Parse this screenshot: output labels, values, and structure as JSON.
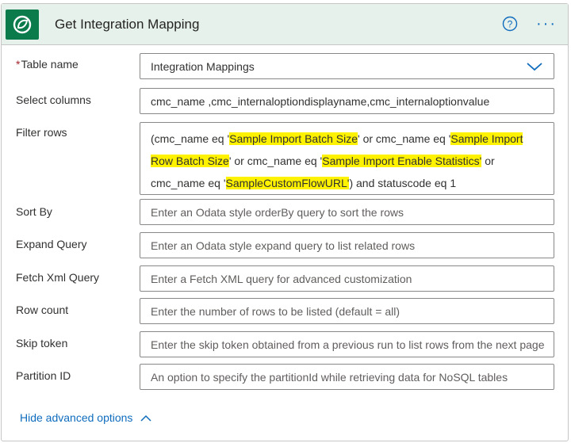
{
  "header": {
    "title": "Get Integration Mapping",
    "logo_icon": "dataverse-logo-icon",
    "help_icon": "help-icon",
    "more_icon": "ellipsis-icon",
    "more_glyph": "···",
    "accent_color": "#0c7b4c",
    "header_bg": "#e6f1ec"
  },
  "fields": {
    "table_name": {
      "required_mark": "*",
      "label": "Table name",
      "value": "Integration Mappings"
    },
    "select_columns": {
      "label": "Select columns",
      "value": "cmc_name ,cmc_internaloptiondisplayname,cmc_internaloptionvalue"
    },
    "filter_rows": {
      "label": "Filter rows",
      "line1": {
        "t1": "(cmc_name eq '",
        "h1": "Sample Import Batch Size",
        "t2": "' or cmc_name eq '",
        "h2": "Sample Import"
      },
      "line2": {
        "h1": "Row Batch Size",
        "t1": "' or cmc_name eq '",
        "h2": "Sample Import Enable Statistics'",
        "t2": " or"
      },
      "line3": {
        "t1": "cmc_name eq  '",
        "h1": "SampleCustomFlowURL'",
        "t2": ") and statuscode eq 1"
      },
      "highlight_color": "#fff200"
    },
    "sort_by": {
      "label": "Sort By",
      "placeholder": "Enter an Odata style orderBy query to sort the rows"
    },
    "expand_query": {
      "label": "Expand Query",
      "placeholder": "Enter an Odata style expand query to list related rows"
    },
    "fetch_xml": {
      "label": "Fetch Xml Query",
      "placeholder": "Enter a Fetch XML query for advanced customization"
    },
    "row_count": {
      "label": "Row count",
      "placeholder": "Enter the number of rows to be listed (default = all)"
    },
    "skip_token": {
      "label": "Skip token",
      "placeholder": "Enter the skip token obtained from a previous run to list rows from the next page"
    },
    "partition_id": {
      "label": "Partition ID",
      "placeholder": "An option to specify the partitionId while retrieving data for NoSQL tables"
    }
  },
  "advanced": {
    "label": "Hide advanced options",
    "icon": "chevron-up-icon"
  }
}
